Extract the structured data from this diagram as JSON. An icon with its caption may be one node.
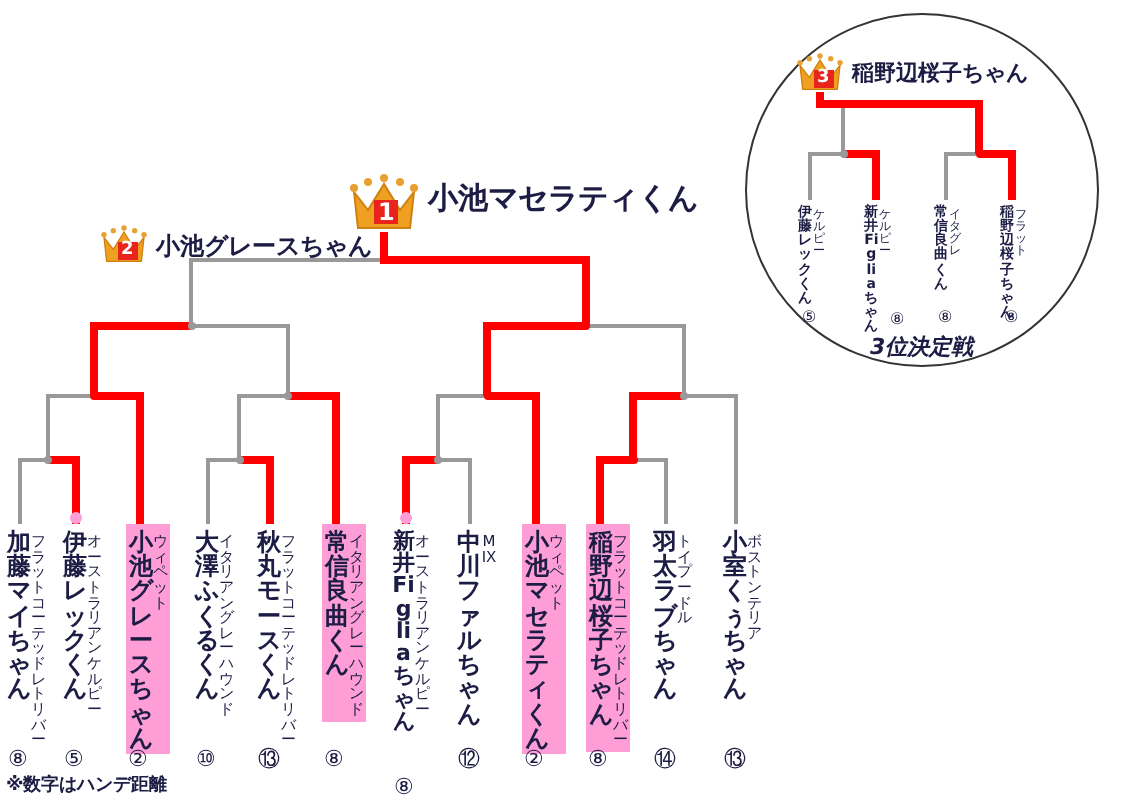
{
  "diagram": {
    "caption": "※数字はハンデ距離",
    "nodes": [
      {
        "text": [
          "1",
          "小池マセラティくん"
        ]
      },
      {
        "text": [
          "2",
          "小池グレースちゃん"
        ]
      },
      {
        "text": [
          "3位決定戦"
        ]
      },
      {
        "text": [
          "3",
          "稲野辺桜子ちゃん"
        ],
        "in": 2
      },
      {
        "text": [
          "伊藤レックくん",
          "ケルピー"
        ],
        "beside": [
          "⑤"
        ],
        "in": 2
      },
      {
        "text": [
          "新井Figliaちゃん",
          "ケルピー"
        ],
        "beside": [
          "⑧"
        ],
        "in": 2
      },
      {
        "text": [
          "常信良曲くん",
          "イタグレ"
        ],
        "beside": [
          "⑧"
        ],
        "in": 2
      },
      {
        "text": [
          "稲野辺桜子ちゃん",
          "フラット"
        ],
        "beside": [
          "⑧"
        ],
        "in": 2
      },
      {
        "text": [],
        "shape": "point",
        "in": 2
      },
      {
        "text": [],
        "shape": "point",
        "in": 2
      },
      {
        "text": [
          "加藤マイちゃん",
          "フラットコーテッドレトリバー"
        ],
        "beside": [
          "⑧"
        ]
      },
      {
        "text": [
          "伊藤レックくん",
          "オーストラリアンケルピー"
        ],
        "beside": [
          "⑤"
        ]
      },
      {
        "text": [
          "小池グレースちゃん",
          "ウィペット"
        ],
        "beside": [
          "②"
        ]
      },
      {
        "text": [
          "大澤ふくるくん",
          "イタリアングレーハウンド"
        ],
        "beside": [
          "⑩"
        ]
      },
      {
        "text": [
          "秋丸モースくん",
          "フラットコーテッドレトリバー"
        ],
        "beside": [
          "⑬"
        ]
      },
      {
        "text": [
          "常信良曲くん",
          "イタリアングレーハウンド"
        ],
        "beside": [
          "⑧"
        ]
      },
      {
        "text": [
          "新井Figliaちゃん",
          "オーストラリアンケルピー"
        ],
        "beside": [
          "⑧"
        ]
      },
      {
        "text": [
          "中川ファルちゃん",
          "MIX"
        ],
        "beside": [
          "⑫"
        ]
      },
      {
        "text": [
          "小池マセラティくん",
          "ウィペット"
        ],
        "beside": [
          "②"
        ]
      },
      {
        "text": [
          "稲野辺桜子ちゃん",
          "フラットコーテッドレトリバー"
        ],
        "beside": [
          "⑧"
        ]
      },
      {
        "text": [
          "羽太ラブちゃん",
          "トイプードル"
        ],
        "beside": [
          "⑭"
        ]
      },
      {
        "text": [
          "小室くぅちゃん",
          "ボストンテリア"
        ],
        "beside": [
          "⑬"
        ]
      },
      {
        "text": [],
        "shape": "point"
      },
      {
        "text": [],
        "shape": "point"
      },
      {
        "text": [],
        "shape": "point"
      },
      {
        "text": [],
        "shape": "point"
      },
      {
        "text": [],
        "shape": "point"
      },
      {
        "text": [],
        "shape": "point"
      },
      {
        "text": [],
        "shape": "point"
      },
      {
        "text": [],
        "shape": "point"
      },
      {
        "text": [],
        "shape": "point"
      },
      {
        "text": [],
        "shape": "point"
      }
    ],
    "edges": [
      {
        "from": 4,
        "to": 8,
        "arrow": "none",
        "color": "#999999"
      },
      {
        "from": 5,
        "to": 8,
        "arrow": "none",
        "style": "thick",
        "color": "#ff0000"
      },
      {
        "from": 6,
        "to": 9,
        "arrow": "none",
        "color": "#999999"
      },
      {
        "from": 7,
        "to": 9,
        "arrow": "none",
        "style": "thick",
        "color": "#ff0000"
      },
      {
        "from": 8,
        "to": 3,
        "arrow": "none",
        "color": "#999999"
      },
      {
        "from": 9,
        "to": 3,
        "arrow": "none",
        "style": "thick",
        "color": "#ff0000"
      },
      {
        "from": 10,
        "to": 22,
        "arrow": "none",
        "color": "#999999"
      },
      {
        "from": 11,
        "to": 22,
        "arrow": "none",
        "style": "thick",
        "color": "#ff0000"
      },
      {
        "from": 22,
        "to": 23,
        "arrow": "none",
        "color": "#999999"
      },
      {
        "from": 12,
        "to": 23,
        "arrow": "none",
        "style": "thick",
        "color": "#ff0000"
      },
      {
        "from": 13,
        "to": 24,
        "arrow": "none",
        "color": "#999999"
      },
      {
        "from": 14,
        "to": 24,
        "arrow": "none",
        "style": "thick",
        "color": "#ff0000"
      },
      {
        "from": 24,
        "to": 25,
        "arrow": "none",
        "color": "#999999"
      },
      {
        "from": 15,
        "to": 25,
        "arrow": "none",
        "style": "thick",
        "color": "#ff0000"
      },
      {
        "from": 23,
        "to": 26,
        "arrow": "none",
        "style": "thick",
        "color": "#ff0000"
      },
      {
        "from": 25,
        "to": 26,
        "arrow": "none",
        "color": "#999999"
      },
      {
        "from": 16,
        "to": 27,
        "arrow": "none",
        "style": "thick",
        "color": "#ff0000"
      },
      {
        "from": 17,
        "to": 27,
        "arrow": "none",
        "color": "#999999"
      },
      {
        "from": 27,
        "to": 28,
        "arrow": "none",
        "color": "#999999"
      },
      {
        "from": 18,
        "to": 28,
        "arrow": "none",
        "style": "thick",
        "color": "#ff0000"
      },
      {
        "from": 19,
        "to": 29,
        "arrow": "none",
        "style": "thick",
        "color": "#ff0000"
      },
      {
        "from": 20,
        "to": 29,
        "arrow": "none",
        "color": "#999999"
      },
      {
        "from": 29,
        "to": 30,
        "arrow": "none",
        "style": "thick",
        "color": "#ff0000"
      },
      {
        "from": 21,
        "to": 30,
        "arrow": "none",
        "color": "#999999"
      },
      {
        "from": 28,
        "to": 31,
        "arrow": "none",
        "style": "thick",
        "color": "#ff0000"
      },
      {
        "from": 30,
        "to": 31,
        "arrow": "none",
        "color": "#999999"
      },
      {
        "from": 26,
        "to": 0,
        "arrow": "none",
        "color": "#999999"
      },
      {
        "from": 31,
        "to": 0,
        "arrow": "none",
        "style": "thick",
        "color": "#ff0000"
      }
    ]
  }
}
